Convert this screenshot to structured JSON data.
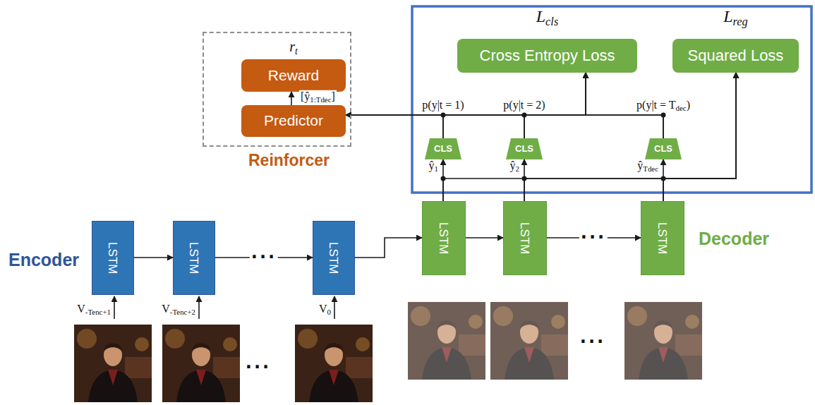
{
  "diagram": {
    "nodes": [
      {
        "text": [
          "Reinforcer"
        ]
      },
      {
        "text": [
          "rt",
          "Reward"
        ],
        "in": 0
      },
      {
        "text": [
          "Predictor"
        ],
        "in": 0
      },
      {
        "text": [
          "Lcls",
          "Cross Entropy Loss"
        ]
      },
      {
        "text": [
          "Lreg",
          "Squared Loss"
        ]
      },
      {
        "text": [
          "CLS"
        ]
      },
      {
        "text": [
          "CLS"
        ]
      },
      {
        "text": [
          "CLS"
        ]
      },
      {
        "text": [
          "LSTM"
        ]
      },
      {
        "text": [
          "LSTM"
        ]
      },
      {
        "text": [
          "LSTM"
        ]
      },
      {
        "text": [
          "LSTM"
        ]
      },
      {
        "text": [
          "LSTM"
        ]
      },
      {
        "text": [
          "LSTM"
        ]
      }
    ],
    "edges": [
      {
        "from": 2,
        "to": 1,
        "arrow": "to",
        "label": "[ŷ1:Tdec]"
      },
      {
        "from": 5,
        "to": 3,
        "arrow": "to"
      },
      {
        "from": 6,
        "to": 3,
        "arrow": "to"
      },
      {
        "from": 7,
        "to": 3,
        "arrow": "to"
      },
      {
        "from": 5,
        "to": 2,
        "arrow": "to"
      },
      {
        "from": 6,
        "to": 2,
        "arrow": "to"
      },
      {
        "from": 7,
        "to": 2,
        "arrow": "to"
      },
      {
        "from": 11,
        "to": 5,
        "arrow": "to",
        "label": "ŷ1"
      },
      {
        "from": 12,
        "to": 6,
        "arrow": "to",
        "label": "ŷ2"
      },
      {
        "from": 13,
        "to": 7,
        "arrow": "to",
        "label": "ŷTdec"
      },
      {
        "from": 11,
        "to": 4,
        "arrow": "to"
      },
      {
        "from": 12,
        "to": 4,
        "arrow": "to"
      },
      {
        "from": 13,
        "to": 4,
        "arrow": "to"
      },
      {
        "from": 8,
        "to": 9,
        "arrow": "to"
      },
      {
        "from": 9,
        "to": 10,
        "arrow": "to",
        "label": "···"
      },
      {
        "from": 10,
        "to": 11,
        "arrow": "to"
      },
      {
        "from": 11,
        "to": 12,
        "arrow": "to"
      },
      {
        "from": 12,
        "to": 13,
        "arrow": "to",
        "label": "···"
      }
    ],
    "labels": [
      "p(y|t = 1)",
      "p(y|t = 2)",
      "p(y|t = Tdec)",
      "Encoder",
      "Decoder",
      "V-Tenc+1",
      "V-Tenc+2",
      "V0",
      "···",
      "···"
    ]
  }
}
